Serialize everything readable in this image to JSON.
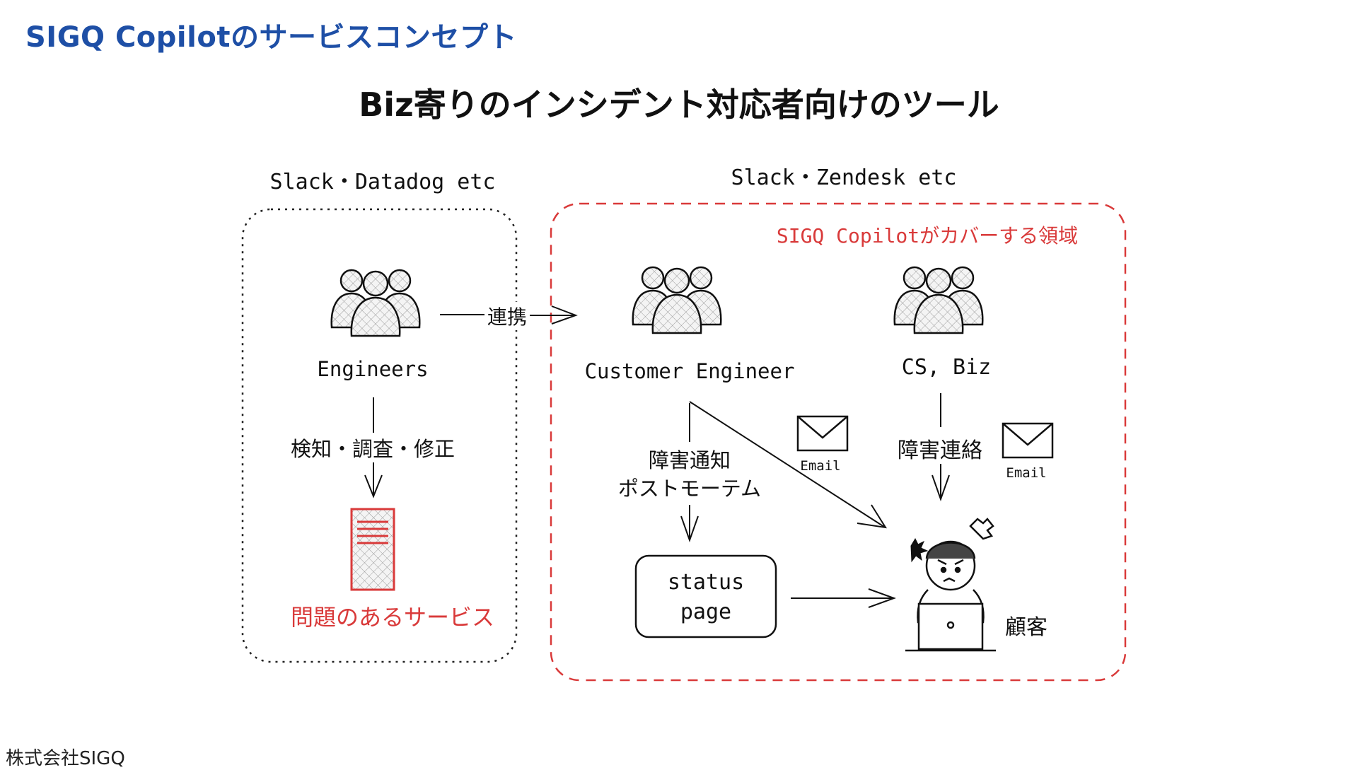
{
  "slide": {
    "title": "SIGQ Copilotのサービスコンセプト",
    "subtitle": "Biz寄りのインシデント対応者向けのツール",
    "footer": "株式会社SIGQ"
  },
  "left_group": {
    "tools": "Slack・Datadog etc",
    "actor": "Engineers",
    "action": "検知・調査・修正",
    "target": "問題のあるサービス"
  },
  "link_label": "連携",
  "right_group": {
    "tools": "Slack・Zendesk etc",
    "scope_label": "SIGQ Copilotがカバーする領域",
    "actor_ce": "Customer Engineer",
    "actor_cs": "CS, Biz",
    "ce_action_line1": "障害通知",
    "ce_action_line2": "ポストモーテム",
    "cs_action": "障害連絡",
    "email_label_1": "Email",
    "email_label_2": "Email",
    "status_page_line1": "status",
    "status_page_line2": "page",
    "customer": "顧客"
  },
  "colors": {
    "title_blue": "#1e4fa6",
    "accent_red": "#d93a3a",
    "ink": "#111111"
  }
}
